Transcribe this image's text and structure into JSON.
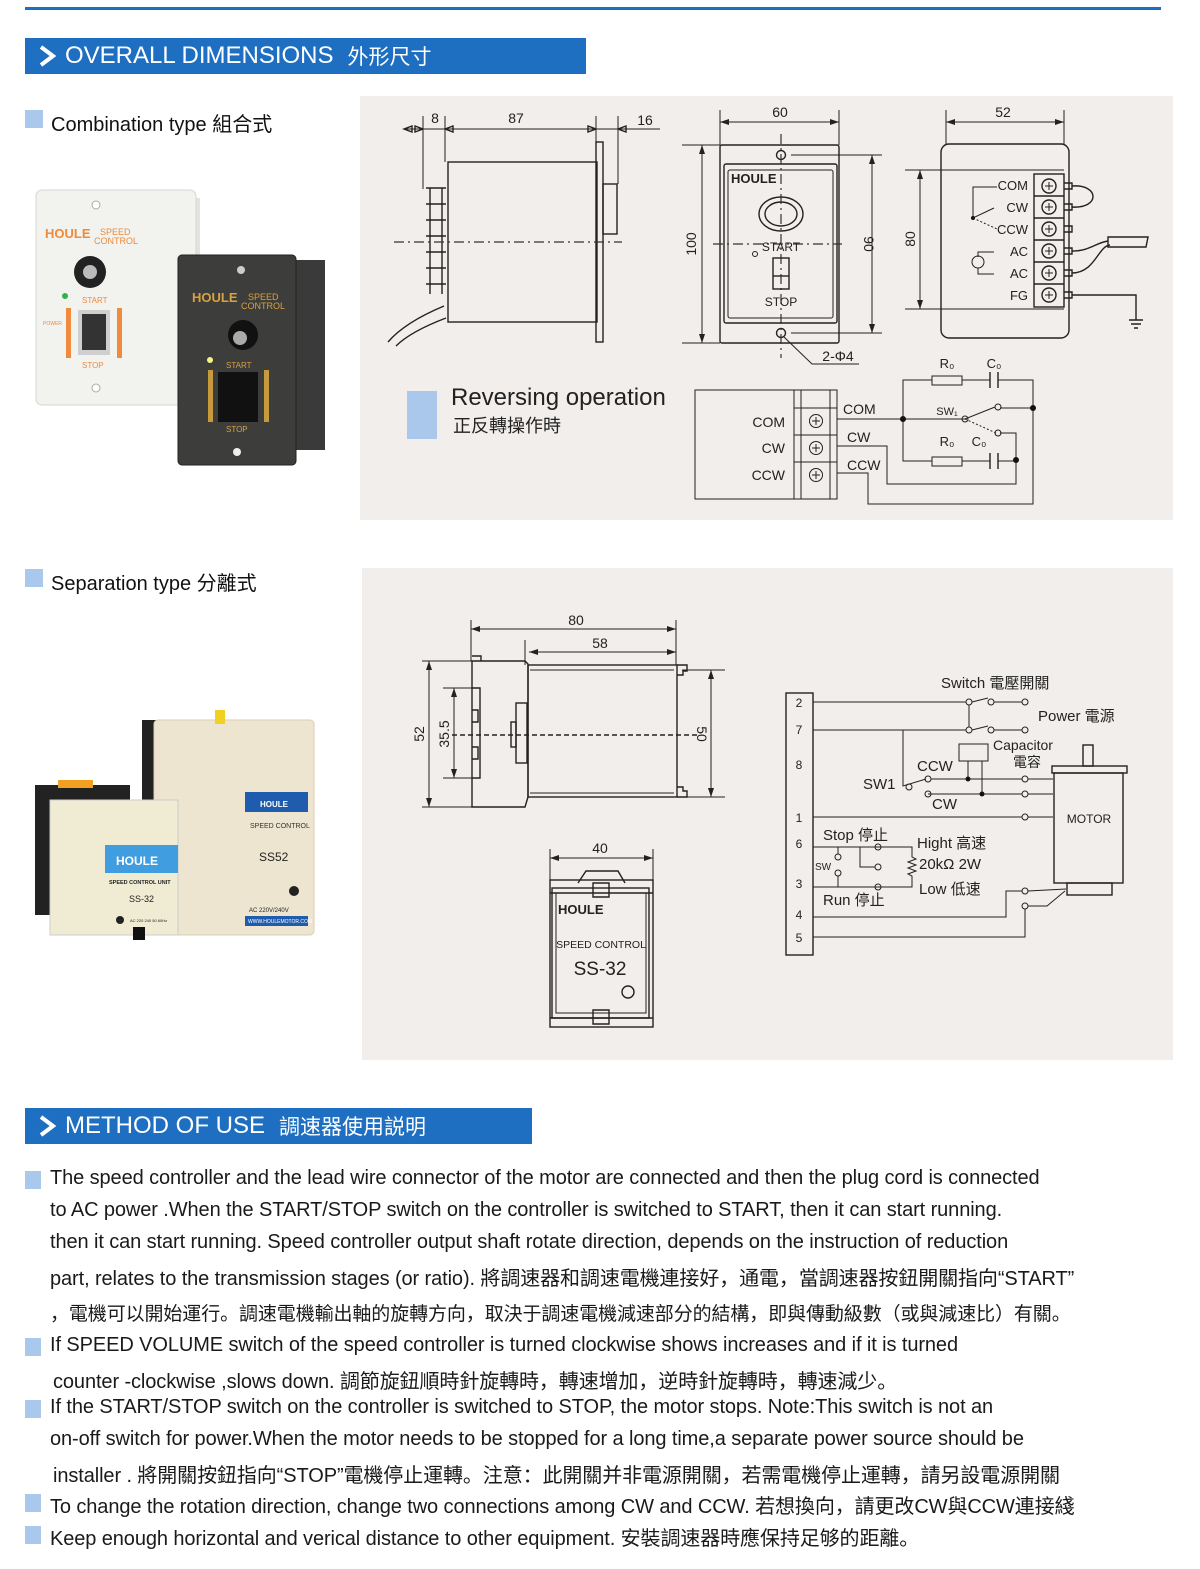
{
  "section1": {
    "title": "OVERALL DIMENSIONS",
    "title_zh": "外形尺寸"
  },
  "combination": {
    "label": "Combination type 組合式",
    "photo": {
      "brand": "HOULE",
      "speed": "SPEED",
      "control": "CONTROL",
      "start": "START",
      "stop": "STOP",
      "power": "POWER"
    },
    "side_dims": {
      "d1": "8",
      "d2": "87",
      "d3": "16"
    },
    "front": {
      "width": "60",
      "height": "100",
      "hole_pitch": "90",
      "brand": "HOULE",
      "start": "START",
      "stop": "STOP",
      "holes": "2-Φ4"
    },
    "back": {
      "width": "52",
      "height": "80",
      "terminals": [
        "COM",
        "CW",
        "CCW",
        "AC",
        "AC",
        "FG"
      ]
    },
    "reversing": {
      "title": "Reversing operation",
      "title_zh": "正反轉操作時",
      "left_terms": [
        "COM",
        "CW",
        "CCW"
      ],
      "right_terms": [
        "COM",
        "CW",
        "CCW"
      ],
      "r0": "R₀",
      "c0": "C₀",
      "sw1": "SW₁"
    }
  },
  "separation": {
    "label": "Separation type 分離式",
    "photo": {
      "brand": "HOULE",
      "unit": "SPEED CONTROL UNIT",
      "model_a": "SS-32",
      "model_a_rating": "AC 220 240 50 60Hz",
      "speed_control": "SPEED CONTROL",
      "model_b": "SS52",
      "model_b_rating": "AC 220V/240V",
      "website": "WWW.HOULEMOTOR.COM"
    },
    "side_dims": {
      "length": "80",
      "body": "58",
      "height": "52",
      "pin": "35.5",
      "body_h": "50"
    },
    "front": {
      "width": "40",
      "brand": "HOULE",
      "label": "SPEED CONTROL",
      "model": "SS-32"
    },
    "wiring": {
      "pins": [
        "2",
        "7",
        "8",
        "1",
        "6",
        "3",
        "4",
        "5"
      ],
      "switch": "Switch 電壓開關",
      "power": "Power 電源",
      "capacitor": "Capacitor",
      "capacitor_zh": "電容",
      "ccw": "CCW",
      "cw": "CW",
      "sw1": "SW1",
      "motor": "MOTOR",
      "stop": "Stop 停止",
      "sw": "SW",
      "run": "Run 停止",
      "high": "Hight 高速",
      "resistor": "20kΩ 2W",
      "low": "Low 低速"
    }
  },
  "section2": {
    "title": "METHOD OF USE",
    "title_zh": "調速器使用説明"
  },
  "method": {
    "lines": [
      "The speed controller and the lead wire connector of the motor are connected and then the plug cord is connected",
      "to AC power .When the START/STOP switch on the controller is switched to START, then it can start running.",
      "then it can start running. Speed controller output shaft rotate direction, depends on the instruction of reduction",
      "part, relates to the transmission stages (or ratio).  將調速器和調速電機連接好，通電，當調速器按鈕開關指向“START”",
      "，電機可以開始運行。調速電機輸出軸的旋轉方向，取決于調速電機減速部分的結構，即與傳動級數（或與減速比）有關。",
      "If SPEED VOLUME switch of the speed controller is turned clockwise  shows increases and if it is turned",
      "counter -clockwise ,slows down. 調節旋鈕順時針旋轉時，轉速增加，逆時針旋轉時，轉速減少。",
      "If the START/STOP switch on the controller is switched to STOP,  the motor stops.  Note:This switch is not an",
      "on-off switch for power.When the motor needs to be stopped for a long time,a separate power source should be",
      "installer . 將開關按鈕指向“STOP”電機停止運轉。注意：此開關并非電源開關，若需電機停止運轉，請另設電源開關",
      "To change the rotation direction, change two connections among CW and CCW. 若想換向，請更改CW與CCW連接綫",
      "Keep enough horizontal and verical distance to other equipment. 安裝調速器時應保持足够的距離。"
    ]
  },
  "colors": {
    "accent": "#1e6fc2",
    "bullet": "#a9c8ec",
    "panel": "#f1eeeb"
  }
}
